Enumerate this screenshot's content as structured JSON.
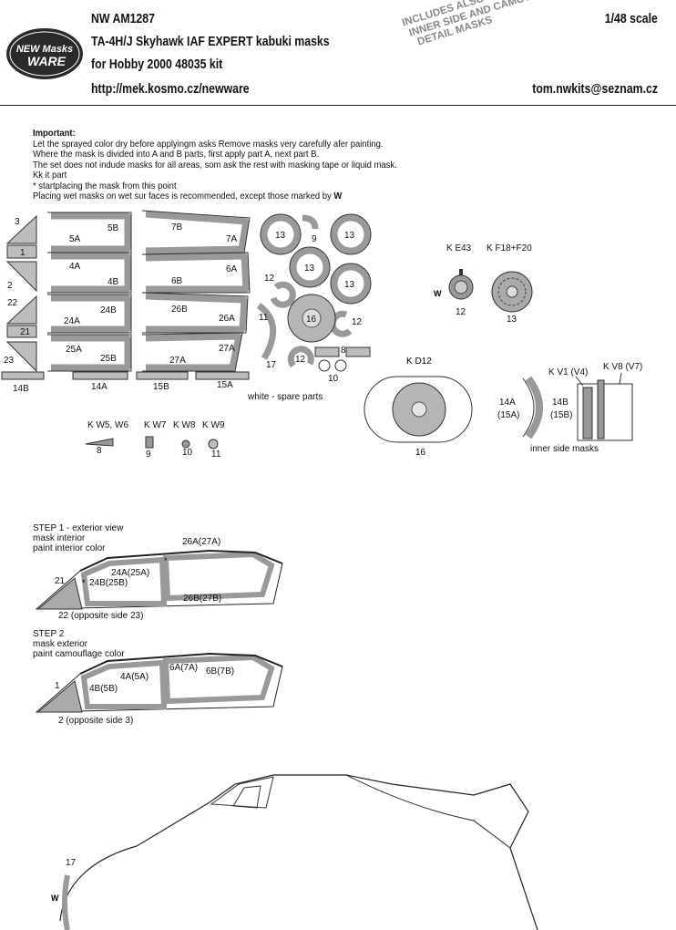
{
  "header": {
    "code": "NW AM1287",
    "scale": "1/48 scale",
    "title": "TA-4H/J Skyhawk IAF EXPERT kabuki masks",
    "subtitle": "for Hobby 2000 48035 kit",
    "url": "http://mek.kosmo.cz/newware",
    "email": "tom.nwkits@seznam.cz",
    "logo_text_1": "NEW Masks",
    "logo_text_2": "WARE",
    "stamp_lines": [
      "INCLUDES ALSO WINDOWS",
      "INNER SIDE AND CAMOUFLAGE",
      "DETAIL MASKS"
    ]
  },
  "notes": {
    "title": "Important:",
    "lines": [
      "Let the sprayed color dry before applyingm asks Remove masks very carefully afer painting.",
      "Where the mask is divided into A and B parts, first apply part A, next part B.",
      "The set does not indude masks for all areas, som ask the rest with masking tape or liquid mask.",
      "Kk it part",
      "* startplacing the mask from this point",
      "Placing wet masks on wet sur faces is recommended, except those marked by"
    ]
  },
  "sheet": {
    "labels": {
      "l3": "3",
      "l1": "1",
      "l2": "2",
      "l22": "22",
      "l21": "21",
      "l23": "23",
      "l5B": "5B",
      "l5A": "5A",
      "l4A": "4A",
      "l4B": "4B",
      "l7B": "7B",
      "l7A": "7A",
      "l6A": "6A",
      "l6B": "6B",
      "l24B": "24B",
      "l24A": "24A",
      "l26B": "26B",
      "l26A": "26A",
      "l25A": "25A",
      "l25B": "25B",
      "l27A": "27A",
      "l27A2": "27A",
      "l13a": "13",
      "l13b": "13",
      "l13c": "13",
      "l13d": "13",
      "l9": "9",
      "l12a": "12",
      "l12b": "12",
      "l12c": "12",
      "l16": "16",
      "l11": "11",
      "l17": "17",
      "l8": "8",
      "l10": "10",
      "l14B": "14B",
      "l14A": "14A",
      "l15B": "15B",
      "l15A": "15A",
      "spare": "white - spare parts"
    },
    "wheels": {
      "ke43": "K E43",
      "kf": "K F18+F20",
      "n12": "12",
      "n13": "13"
    },
    "kd12": {
      "label": "K D12",
      "num": "16"
    },
    "kw": {
      "label1": "K W5, W6",
      "label2": "K W7",
      "label3": "K W8",
      "label4": "K W9",
      "n8": "8",
      "n9": "9",
      "n10": "10",
      "n11": "11"
    },
    "inner": {
      "kv1": "K V1 (V4)",
      "kv8": "K V8 (V7)",
      "l14a": "14A",
      "l15a": "(15A)",
      "l14b": "14B",
      "l15b": "(15B)",
      "caption": "inner side masks"
    }
  },
  "steps": {
    "step1": {
      "lines": [
        "STEP 1 - exterior view",
        "mask interior",
        "paint interior color"
      ],
      "l26A27A": "26A(27A)",
      "l24A25A": "24A(25A)",
      "l24B25B": "24B(25B)",
      "l26B27B": "26B(27B)",
      "l21": "21",
      "bottom": "22 (opposite side 23)"
    },
    "step2": {
      "lines": [
        "STEP 2",
        "mask exterior",
        "paint camouflage color"
      ],
      "l4A5A": "4A(5A)",
      "l6A7A": "6A(7A)",
      "l6B7B": "6B(7B)",
      "l4B5B": "4B(5B)",
      "l1": "1",
      "bottom": "2 (opposite side 3)"
    },
    "fuselage": {
      "l17": "17"
    }
  }
}
